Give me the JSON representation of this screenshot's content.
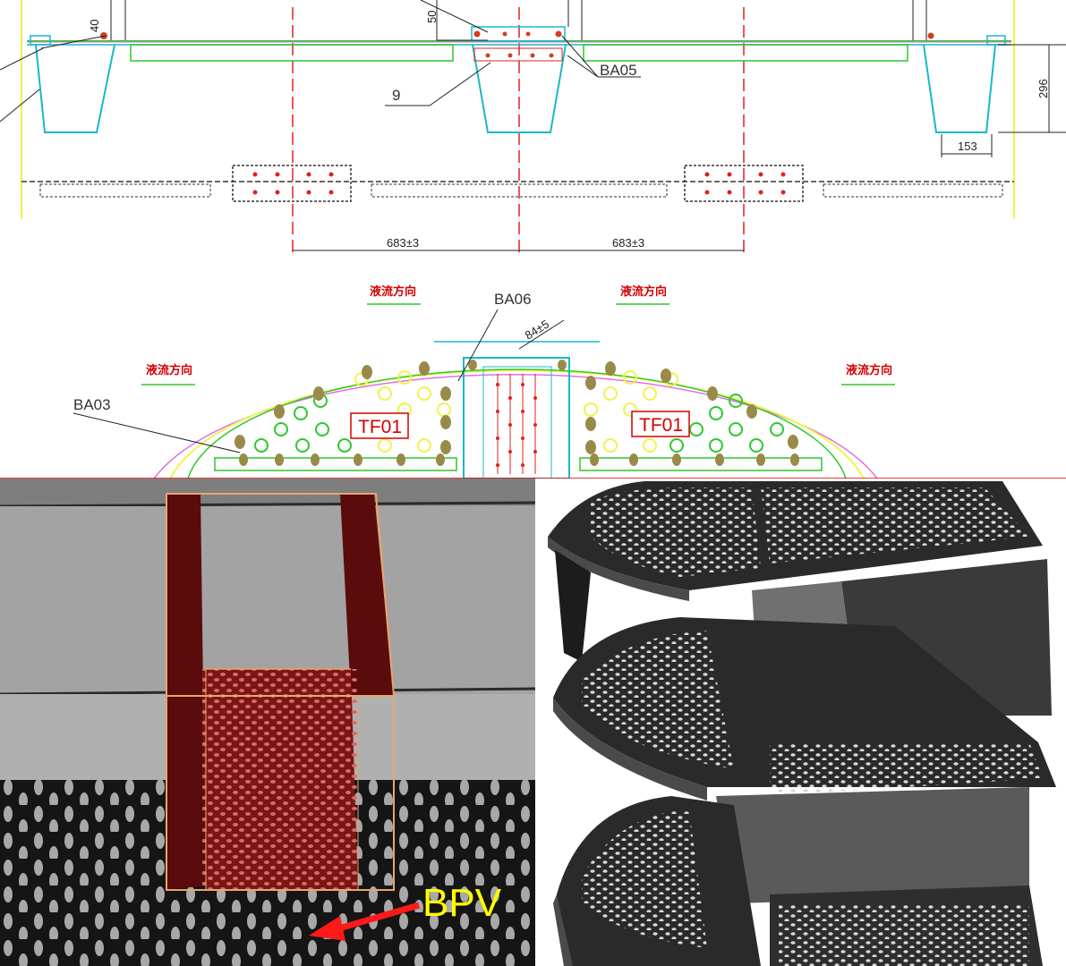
{
  "top_drawing": {
    "dim_40": "40",
    "dim_50": "50",
    "dim_296": "296",
    "dim_153": "153",
    "label_9": "9",
    "label_ba05": "BA05",
    "dim_683_left": "683±3",
    "dim_683_right": "683±3"
  },
  "middle_drawing": {
    "flow_direction": "液流方向",
    "flow_direction_2": "液流方向",
    "flow_direction_3": "液流方向",
    "flow_direction_4": "液流方向",
    "label_ba06": "BA06",
    "label_ba03": "BA03",
    "label_tf01_left": "TF01",
    "label_tf01_right": "TF01",
    "rotated_dim": "84±5"
  },
  "bottom_left_render": {
    "label_bpv": "BPV"
  },
  "colors": {
    "cad_cyan": "#19b8c8",
    "cad_green": "#2ec72e",
    "cad_red": "#e02020",
    "cad_yellow": "#f2f24a",
    "downcomer_maroon": "#5a0c0c",
    "bpv_yellow": "#ffff00"
  }
}
